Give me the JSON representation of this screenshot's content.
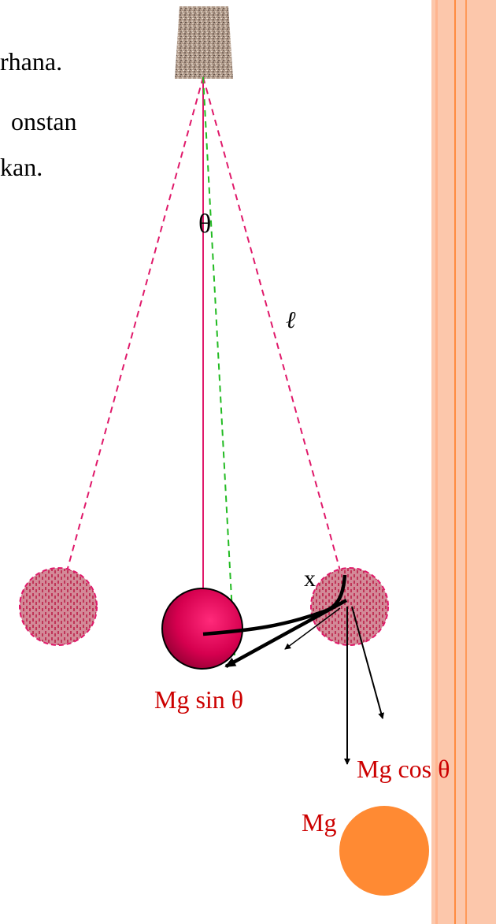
{
  "slide_text": {
    "line1": "rhana.",
    "line2": "onstan",
    "line3": "kan."
  },
  "labels": {
    "theta": "θ",
    "length": "ℓ",
    "x": "x",
    "mg_sin": "Mg sin θ",
    "mg_cos": "Mg cos θ",
    "mg": "Mg"
  },
  "colors": {
    "string": "#e0196a",
    "string_dashed": "#e0196a",
    "normal_line": "#22bb22",
    "bob_main": "#d6004f",
    "bob_ghost_fill": "#d38a98",
    "force_label": "#cc0000",
    "orange_circle": "#ff8a33",
    "side_band": "#fcc7ab",
    "side_line": "#ff8c40"
  }
}
